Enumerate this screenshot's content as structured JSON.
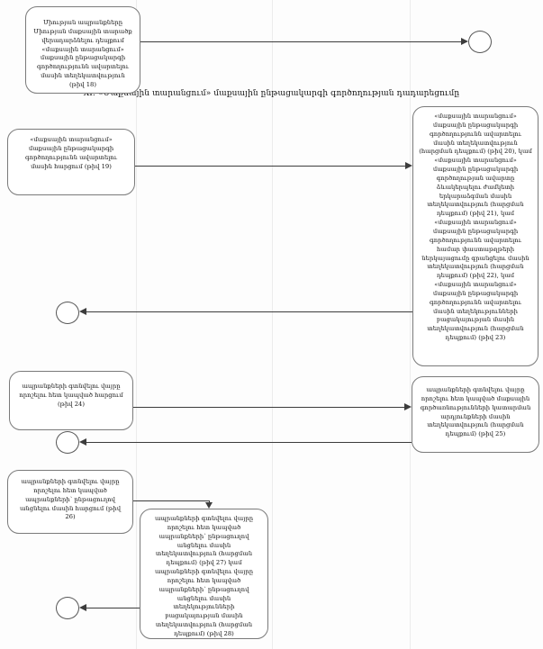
{
  "title": "XI. «Մաքսային տարանցում» մաքսային ընթացակարգի գործողության դադարեցումը",
  "nodes": {
    "box18": {
      "text": "Միության ապրանքները Միության մաքսային տարածք վերադարձնելու դեպքում «մաքսային տարանցում» մաքսային ընթացակարգի գործողությունն ավարտելու մասին տեղեկատվություն (թիվ 18)"
    },
    "box19": {
      "text": "«մաքսային տարանցում» մաքսային ընթացակարգի գործողությունն ավարտելու մասին հարցում (թիվ 19)"
    },
    "box20_23": {
      "text": "«մաքսային տարանցում» մաքսային ընթացակարգի գործողությունն ավարտելու մասին տեղեկատվություն (հարցման դեպքում) (թիվ 20), կամ «մաքսային տարանցում» մաքսային ընթացակարգի գործողության ավարտը ձևակերպելու ժամկետի երկարաձգման մասին տեղեկատվություն (հարցման դեպքում) (թիվ 21), կամ «մաքսային տարանցում» մաքսային ընթացակարգի գործողությունն ավարտելու համար փաստաթղթերի ներկայացումը գրանցելու մասին տեղեկատվություն (հարցման դեպքում) (թիվ 22), կամ «մաքսային տարանցում» մաքսային ընթացակարգի գործողությունն ավարտելու մասին տեղեկությունների բացակայության մասին տեղեկատվություն (հարցման դեպքում) (թիվ 23)"
    },
    "box24": {
      "text": "ապրանքների գտնվելու վայրը որոշելու հետ կապված հարցում (թիվ 24)"
    },
    "box25": {
      "text": "ապրանքների գտնվելու վայրը որոշելու հետ կապված մաքսային գործառնությունների կատարման արդյունքների մասին տեղեկատվություն (հարցման դեպքում) (թիվ 25)"
    },
    "box26": {
      "text": "ապրանքների գտնվելու վայրը որոշելու հետ կապված ապրանքների՝ ընթացուղով անցնելու մասին հարցում (թիվ 26)"
    },
    "box27_28": {
      "text": "ապրանքների գտնվելու վայրը որոշելու հետ կապված ապրանքների՝ ընթացուղով անցնելու մասին տեղեկատվություն (հարցման դեպքում) (թիվ 27) կամ ապրանքների գտնվելու վայրը որոշելու հետ կապված ապրանքների՝ ընթացուղով անցնելու մասին տեղեկությունների բացակայության մասին տեղեկատվություն (հարցման դեպքում) (թիվ 28)"
    }
  },
  "colors": {
    "background": "#fdfdfd",
    "box_border": "#7a7a7a",
    "arrow": "#3c3c3c",
    "text": "#111111",
    "column_divider": "#ececec"
  }
}
